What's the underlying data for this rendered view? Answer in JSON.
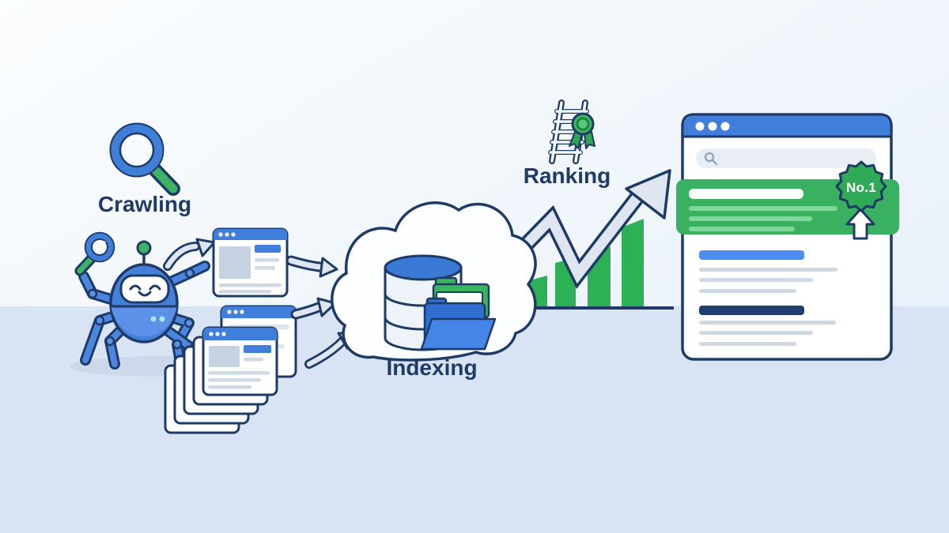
{
  "title": "Search engine process illustration: Crawling, Indexing, Ranking",
  "stages": [
    {
      "id": "crawling",
      "label": "Crawling"
    },
    {
      "id": "indexing",
      "label": "Indexing"
    },
    {
      "id": "ranking",
      "label": "Ranking"
    }
  ],
  "serp": {
    "rank_badge": "No.1"
  },
  "colors": {
    "navy_outline": "#1e3a66",
    "blue_primary": "#3f7fdb",
    "blue_robot": "#4580da",
    "blue_light": "#5b91e6",
    "result_blue": "#4e8df0",
    "result_navy": "#203e70",
    "green_primary": "#39b161",
    "green_bars": "#2db157",
    "green_lines_light": "#7fd79c",
    "arrow_fill": "#dfe6f2",
    "sky_top": "#fbfdfe",
    "sky_bottom": "#e9f1f9",
    "floor": "#d8e4f3",
    "placeholder_gray": "#c6d2e2",
    "line_gray": "#cfd9e4"
  },
  "icons": [
    "magnifying-glass-icon",
    "robot-crawler-icon",
    "webpage-window-icon",
    "page-stack-icon",
    "flow-arrow-icon",
    "cloud-icon",
    "database-icon",
    "folder-icon",
    "growth-bars-icon",
    "trend-arrow-icon",
    "ladder-icon",
    "award-medal-icon",
    "browser-window-icon",
    "search-bar-icon",
    "rank-one-seal-icon",
    "up-arrow-icon"
  ]
}
